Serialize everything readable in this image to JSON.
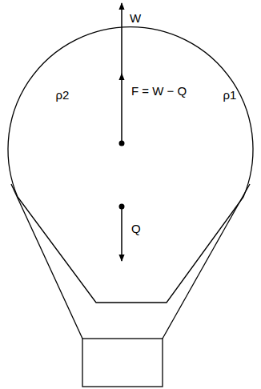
{
  "diagram": {
    "labels": [
      "W",
      "F = W − Q",
      "ρ2",
      "ρ1",
      "Q"
    ]
  }
}
